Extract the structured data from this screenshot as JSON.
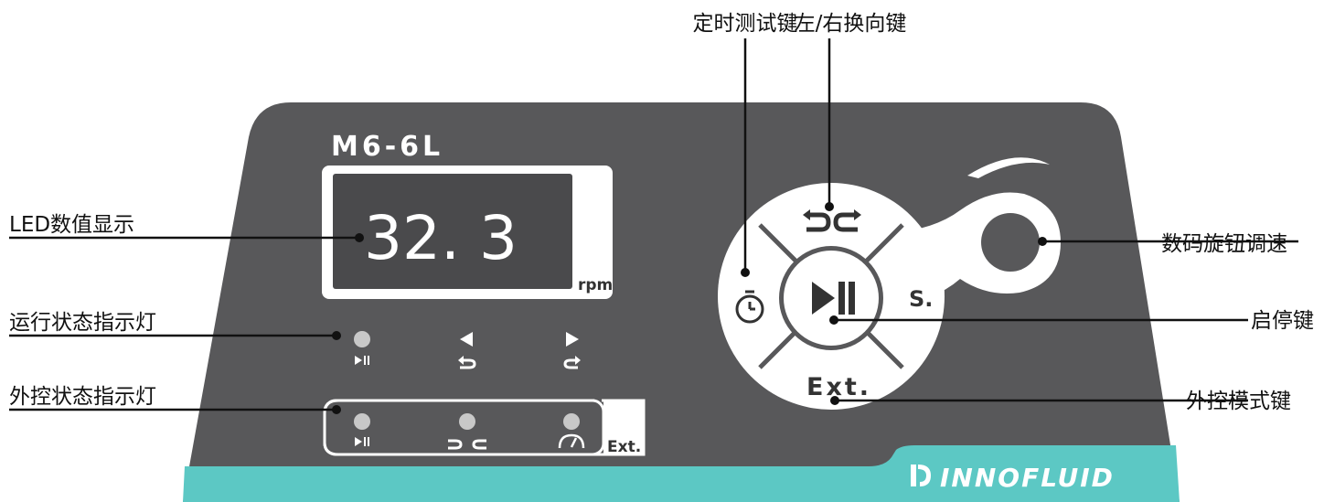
{
  "model": "M6-6L",
  "display": {
    "value": "32. 3",
    "unit": "rpm"
  },
  "external_panel_label": "Ext.",
  "keypad": {
    "side_label": "S.",
    "ext_label": "Ext."
  },
  "brand": {
    "name": "INNOFLUID"
  },
  "callouts": {
    "timer_key": "定时测试键",
    "direction_key": "左/右换向键",
    "led_display": "LED数值显示",
    "run_status_led": "运行状态指示灯",
    "external_status_led": "外控状态指示灯",
    "rotary_knob": "数码旋钮调速",
    "start_stop_key": "启停键",
    "external_mode_key": "外控模式键"
  },
  "colors": {
    "panel": "#58585a",
    "teal": "#5cc8c4",
    "keypad": "#ffffff",
    "led": "#c8c8c8",
    "display_screen": "#4a4a4c"
  },
  "icons": {
    "run_led": "play-pause-icon",
    "left_led": "rotate-left-icon",
    "right_led": "rotate-right-icon",
    "ext_run_led": "play-pause-icon",
    "ext_dir_led": "direction-icon",
    "ext_speed_led": "speedometer-icon",
    "timer_key": "stopwatch-icon",
    "direction_key": "direction-icon",
    "start_stop_key": "play-pause-icon",
    "brand_logo": "innofluid-logo-icon"
  }
}
